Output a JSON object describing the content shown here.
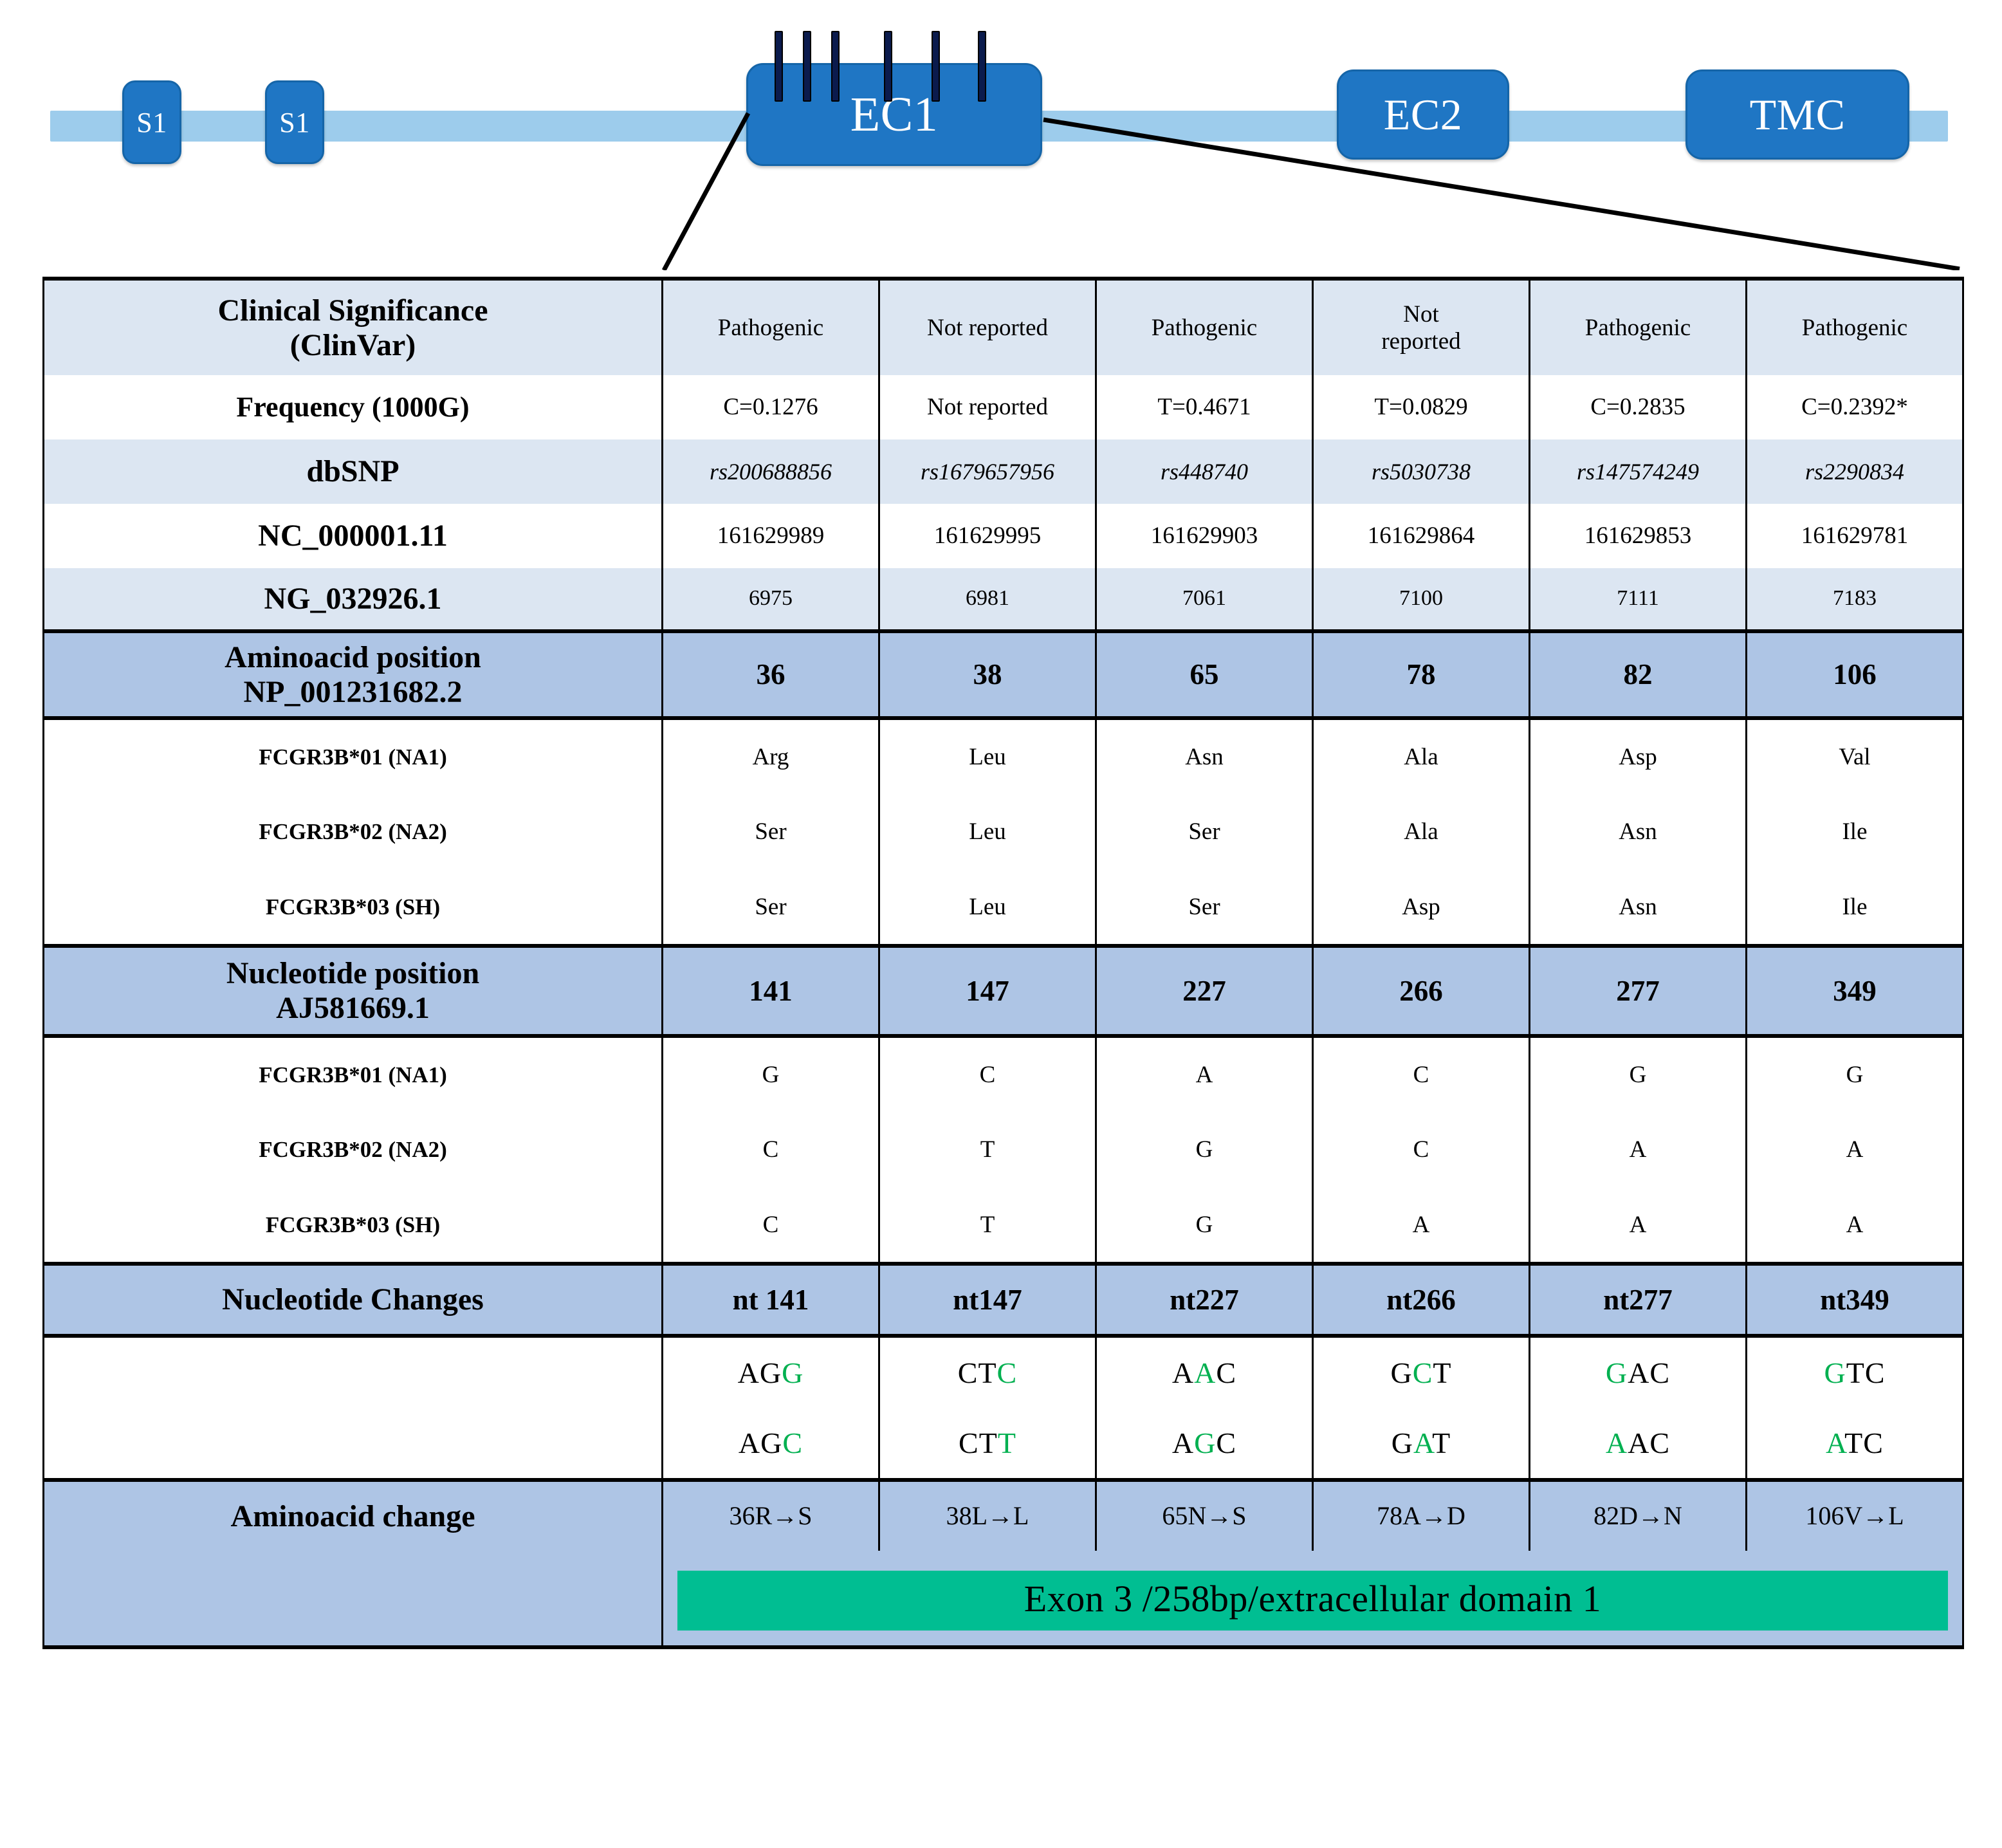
{
  "diagram": {
    "domains": [
      {
        "id": "s1a",
        "label": "S1"
      },
      {
        "id": "s1b",
        "label": "S1"
      },
      {
        "id": "ec1",
        "label": "EC1"
      },
      {
        "id": "ec2",
        "label": "EC2"
      },
      {
        "id": "tmc",
        "label": "TMC"
      }
    ],
    "tick_count": 6
  },
  "table": {
    "columns": [
      "col1",
      "col2",
      "col3",
      "col4",
      "col5",
      "col6"
    ],
    "rows": [
      {
        "label": "Clinical Significance\n(ClinVar)",
        "label_line1": "Clinical Significance",
        "label_line2": "(ClinVar)",
        "values": [
          "Pathogenic",
          "Not reported",
          "Pathogenic",
          "Not reported",
          "Pathogenic",
          "Pathogenic"
        ]
      },
      {
        "label": "Frequency (1000G)",
        "values": [
          "C=0.1276",
          "Not reported",
          "T=0.4671",
          "T=0.0829",
          "C=0.2835",
          "C=0.2392*"
        ]
      },
      {
        "label": "dbSNP",
        "values": [
          "rs200688856",
          "rs1679657956",
          "rs448740",
          "rs5030738",
          "rs147574249",
          "rs2290834"
        ]
      },
      {
        "label": "NC_000001.11",
        "values": [
          "161629989",
          "161629995",
          "161629903",
          "161629864",
          "161629853",
          "161629781"
        ]
      },
      {
        "label": "NG_032926.1",
        "values": [
          "6975",
          "6981",
          "7061",
          "7100",
          "7111",
          "7183"
        ]
      },
      {
        "label_line1": "Aminoacid position",
        "label_line2": "NP_001231682.2",
        "values": [
          "36",
          "38",
          "65",
          "78",
          "82",
          "106"
        ]
      },
      {
        "label": "FCGR3B*01 (NA1)",
        "values": [
          "Arg",
          "Leu",
          "Asn",
          "Ala",
          "Asp",
          "Val"
        ]
      },
      {
        "label": "FCGR3B*02 (NA2)",
        "values": [
          "Ser",
          "Leu",
          "Ser",
          "Ala",
          "Asn",
          "Ile"
        ]
      },
      {
        "label": "FCGR3B*03 (SH)",
        "values": [
          "Ser",
          "Leu",
          "Ser",
          "Asp",
          "Asn",
          "Ile"
        ]
      },
      {
        "label_line1": "Nucleotide position",
        "label_line2": "AJ581669.1",
        "values": [
          "141",
          "147",
          "227",
          "266",
          "277",
          "349"
        ]
      },
      {
        "label": "FCGR3B*01 (NA1)",
        "values": [
          "G",
          "C",
          "A",
          "C",
          "G",
          "G"
        ]
      },
      {
        "label": "FCGR3B*02 (NA2)",
        "values": [
          "C",
          "T",
          "G",
          "C",
          "A",
          "A"
        ]
      },
      {
        "label": "FCGR3B*03 (SH)",
        "values": [
          "C",
          "T",
          "G",
          "A",
          "A",
          "A"
        ]
      },
      {
        "label": "Nucleotide Changes",
        "values": [
          "nt 141",
          "nt147",
          "nt227",
          "nt266",
          "nt277",
          "nt349"
        ]
      },
      {
        "label": "",
        "codons_top": [
          {
            "pre": "AG",
            "mut": "G",
            "post": ""
          },
          {
            "pre": "CT",
            "mut": "C",
            "post": ""
          },
          {
            "pre": "A",
            "mut": "A",
            "post": "C"
          },
          {
            "pre": "G",
            "mut": "C",
            "post": "T"
          },
          {
            "pre": "",
            "mut": "G",
            "post": "AC"
          },
          {
            "pre": "",
            "mut": "G",
            "post": "TC"
          }
        ],
        "codons_bottom": [
          {
            "pre": "AG",
            "mut": "C",
            "post": ""
          },
          {
            "pre": "CT",
            "mut": "T",
            "post": ""
          },
          {
            "pre": "A",
            "mut": "G",
            "post": "C"
          },
          {
            "pre": "G",
            "mut": "A",
            "post": "T"
          },
          {
            "pre": "",
            "mut": "A",
            "post": "AC"
          },
          {
            "pre": "",
            "mut": "A",
            "post": "TC"
          }
        ]
      },
      {
        "label": "Aminoacid change",
        "values": [
          "36R→S",
          "38L→L",
          "65N→S",
          "78A→D",
          "82D→N",
          "106V→L"
        ]
      }
    ],
    "exon_banner": "Exon 3 /258bp/extracellular domain 1"
  },
  "colors": {
    "domain_fill": "#1F76C4",
    "backbone": "#9DCCEC",
    "header_light": "#DCE6F2",
    "header_mid": "#AEC5E5",
    "exon_green": "#00BE92",
    "mutation_green": "#00B050",
    "tick": "#0B1B4D"
  }
}
